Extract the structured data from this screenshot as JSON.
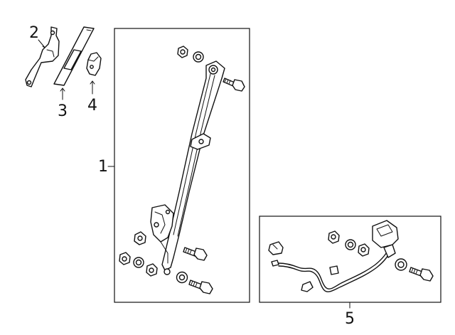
{
  "callouts": [
    {
      "id": "1",
      "label": "1"
    },
    {
      "id": "2",
      "label": "2"
    },
    {
      "id": "3",
      "label": "3"
    },
    {
      "id": "4",
      "label": "4"
    },
    {
      "id": "5",
      "label": "5"
    }
  ],
  "parts": [
    {
      "callout": "1",
      "name": "seat-belt-retractor-assembly"
    },
    {
      "callout": "2",
      "name": "bracket"
    },
    {
      "callout": "3",
      "name": "trim-cover"
    },
    {
      "callout": "4",
      "name": "clip"
    },
    {
      "callout": "5",
      "name": "buckle-and-harness-assembly"
    }
  ]
}
